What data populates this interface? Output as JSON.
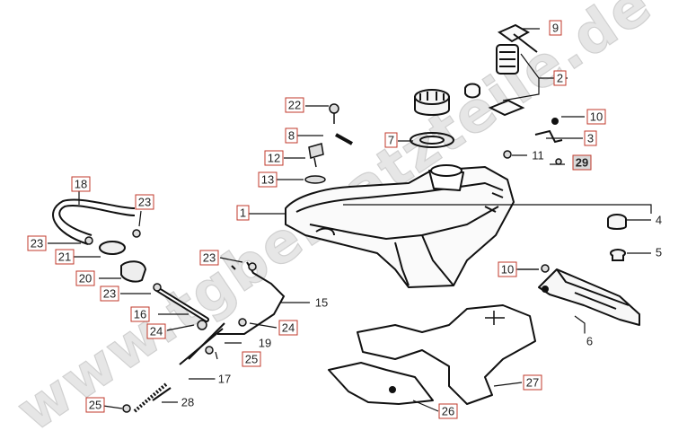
{
  "watermark": "www.tgbersatzteile.de",
  "callouts": [
    {
      "id": "c1",
      "text": "1"
    },
    {
      "id": "c2",
      "text": "2"
    },
    {
      "id": "c3",
      "text": "3"
    },
    {
      "id": "c4",
      "text": "4"
    },
    {
      "id": "c5",
      "text": "5"
    },
    {
      "id": "c6",
      "text": "6"
    },
    {
      "id": "c7",
      "text": "7"
    },
    {
      "id": "c8",
      "text": "8"
    },
    {
      "id": "c9",
      "text": "9"
    },
    {
      "id": "c10a",
      "text": "10"
    },
    {
      "id": "c10b",
      "text": "10"
    },
    {
      "id": "c11",
      "text": "11"
    },
    {
      "id": "c12",
      "text": "12"
    },
    {
      "id": "c13",
      "text": "13"
    },
    {
      "id": "c15",
      "text": "15"
    },
    {
      "id": "c16",
      "text": "16"
    },
    {
      "id": "c17",
      "text": "17"
    },
    {
      "id": "c18",
      "text": "18"
    },
    {
      "id": "c19",
      "text": "19"
    },
    {
      "id": "c20",
      "text": "20"
    },
    {
      "id": "c21",
      "text": "21"
    },
    {
      "id": "c22",
      "text": "22"
    },
    {
      "id": "c23a",
      "text": "23"
    },
    {
      "id": "c23b",
      "text": "23"
    },
    {
      "id": "c23c",
      "text": "23"
    },
    {
      "id": "c23d",
      "text": "23"
    },
    {
      "id": "c24a",
      "text": "24"
    },
    {
      "id": "c24b",
      "text": "24"
    },
    {
      "id": "c25a",
      "text": "25"
    },
    {
      "id": "c25b",
      "text": "25"
    },
    {
      "id": "c26",
      "text": "26"
    },
    {
      "id": "c27",
      "text": "27"
    },
    {
      "id": "c28",
      "text": "28"
    },
    {
      "id": "c29",
      "text": "29"
    }
  ]
}
